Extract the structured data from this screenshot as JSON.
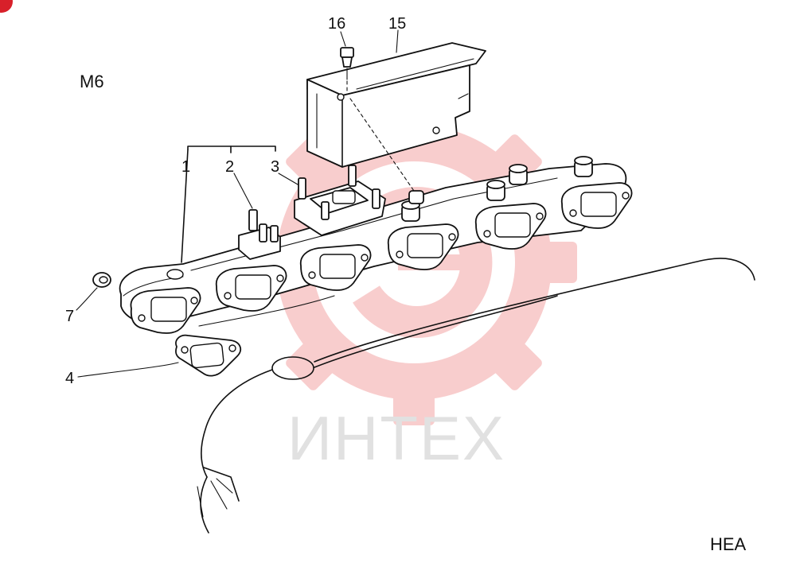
{
  "diagram": {
    "corner_labels": {
      "top_left": "M6",
      "bottom_right": "HEA"
    },
    "callouts": [
      {
        "id": "c1",
        "label": "1"
      },
      {
        "id": "c2",
        "label": "2"
      },
      {
        "id": "c3",
        "label": "3"
      },
      {
        "id": "c4",
        "label": "4"
      },
      {
        "id": "c7",
        "label": "7"
      },
      {
        "id": "c15",
        "label": "15"
      },
      {
        "id": "c16",
        "label": "16"
      }
    ]
  },
  "watermark": {
    "text": "ИНТЕХ",
    "gear_color": "#f4a6a6",
    "text_color": "#c9c9c9"
  },
  "colors": {
    "line": "#111111",
    "badge": "#d8202a"
  }
}
